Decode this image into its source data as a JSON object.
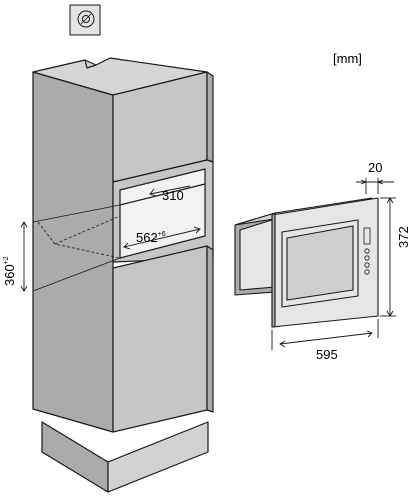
{
  "units_label": "[mm]",
  "dimensions": {
    "niche_depth": "310",
    "niche_width": "562",
    "niche_width_tolerance": "+6",
    "niche_height": "360",
    "niche_height_tolerance": "+2",
    "front_depth": "20",
    "appliance_height": "372",
    "appliance_width": "595"
  },
  "colors": {
    "cabinet_front": "#c6c6c6",
    "cabinet_side": "#ababab",
    "cabinet_top": "#d6d6d6",
    "niche_inside": "#f2f2f2",
    "plinth": "#d2d2d2",
    "socket_plate": "#e4e4e4",
    "appliance_panel": "#e6e6e6",
    "appliance_window": "#cfcfcf",
    "line": "#1a1a1a"
  },
  "icons": {
    "socket": "wall-socket-icon",
    "controls": "control-knob-icon"
  }
}
